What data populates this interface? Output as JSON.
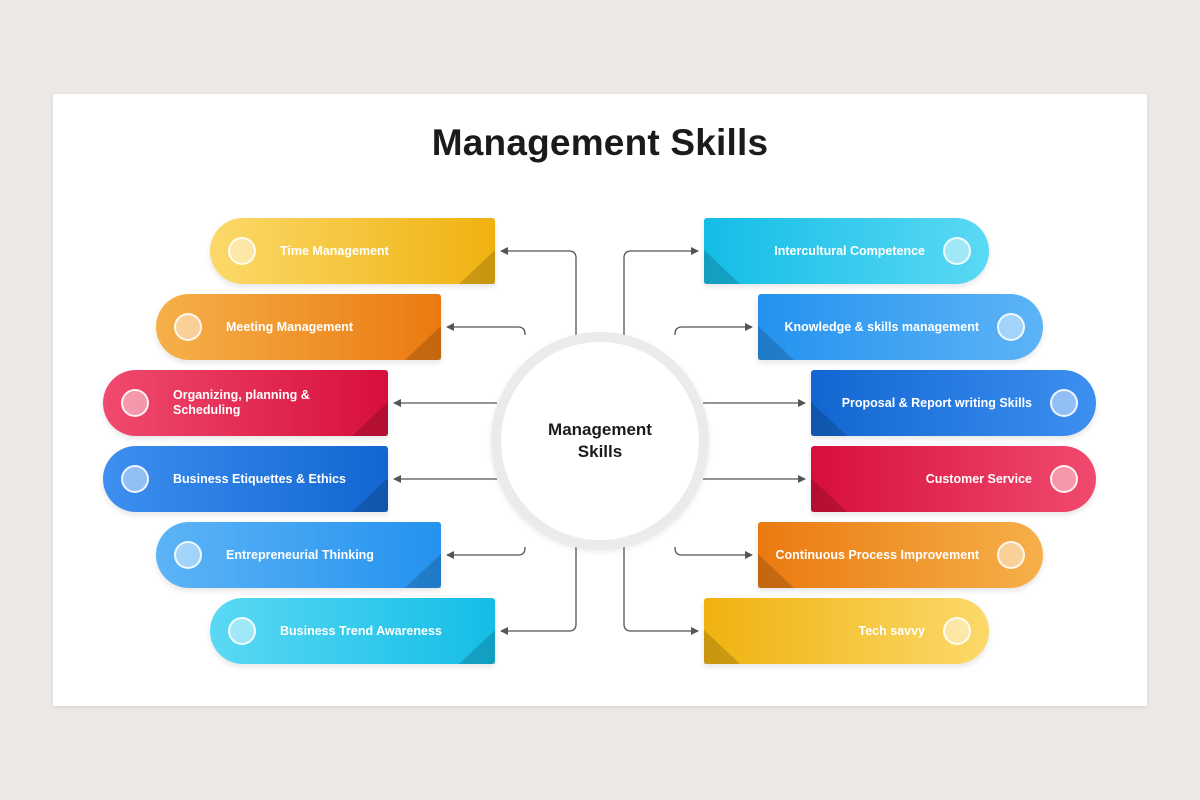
{
  "title": "Management Skills",
  "center_label": "Management Skills",
  "left_items": [
    {
      "label": "Time Management",
      "color_from": "#fbd96a",
      "color_to": "#f0b210"
    },
    {
      "label": "Meeting Management",
      "color_from": "#f6b04a",
      "color_to": "#ea7a10"
    },
    {
      "label": "Organizing, planning & Scheduling",
      "color_from": "#f04a6e",
      "color_to": "#d70f3c"
    },
    {
      "label": "Business Etiquettes & Ethics",
      "color_from": "#3d8ff0",
      "color_to": "#1266d0"
    },
    {
      "label": "Entrepreneurial Thinking",
      "color_from": "#5db4f7",
      "color_to": "#2492ee"
    },
    {
      "label": "Business Trend Awareness",
      "color_from": "#5ad9f4",
      "color_to": "#14bde6"
    }
  ],
  "right_items": [
    {
      "label": "Intercultural Competence",
      "color_from": "#14bde6",
      "color_to": "#5ad9f4"
    },
    {
      "label": "Knowledge & skills management",
      "color_from": "#2492ee",
      "color_to": "#5db4f7"
    },
    {
      "label": "Proposal & Report writing Skills",
      "color_from": "#1266d0",
      "color_to": "#3d8ff0"
    },
    {
      "label": "Customer Service",
      "color_from": "#d70f3c",
      "color_to": "#f04a6e"
    },
    {
      "label": "Continuous Process Improvement",
      "color_from": "#ea7a10",
      "color_to": "#f6b04a"
    },
    {
      "label": "Tech savvy",
      "color_from": "#f0b210",
      "color_to": "#fbd96a"
    }
  ]
}
